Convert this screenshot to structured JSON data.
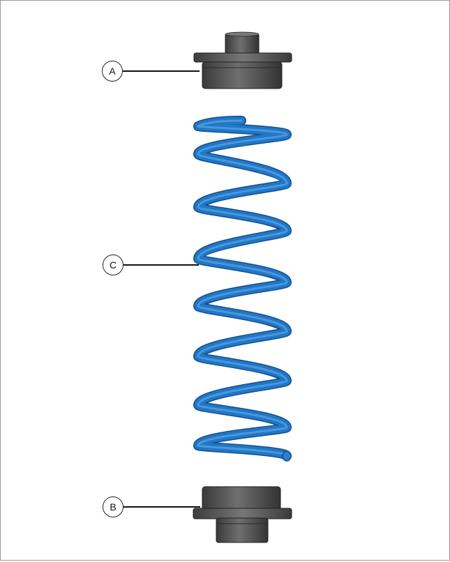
{
  "callouts": {
    "a": "A",
    "b": "B",
    "c": "C"
  },
  "parts": {
    "upper_seat": "upper-spring-seat",
    "lower_seat": "lower-spring-seat",
    "spring": "coil-spring"
  },
  "colors": {
    "spring": "#2277c6",
    "spring_highlight": "#5aa6e8",
    "spring_shadow": "#164f8a",
    "seat": "#4a4a4a",
    "seat_light": "#6e6e6e",
    "seat_dark": "#2e2e2e"
  }
}
